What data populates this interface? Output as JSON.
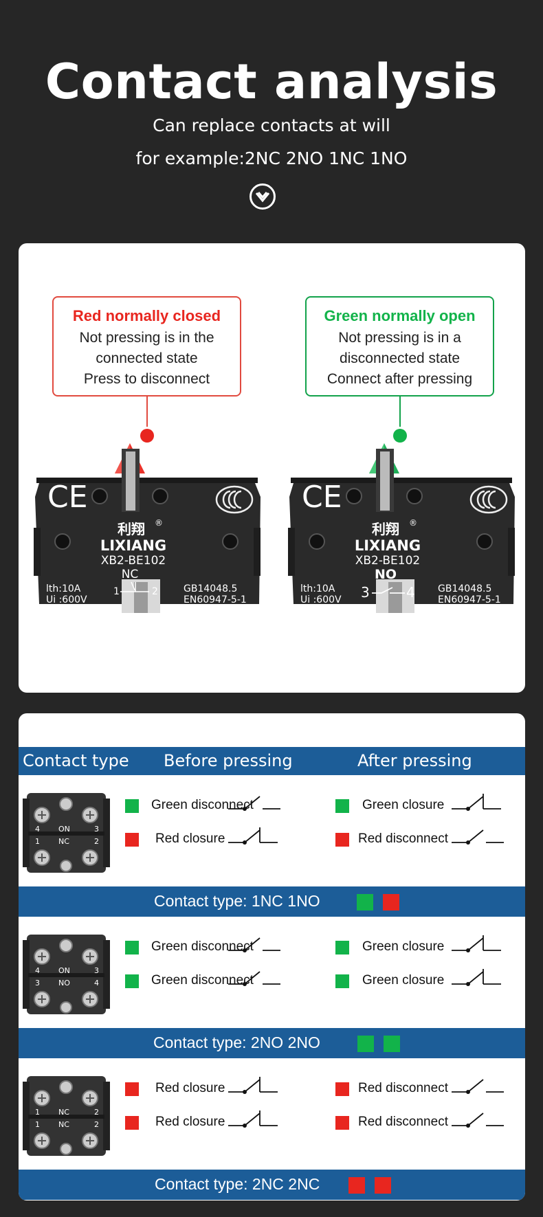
{
  "header": {
    "title": "Contact analysis",
    "subtitle_line1": "Can replace contacts at will",
    "subtitle_line2": "for example:2NC 2NO  1NC 1NO",
    "arrow_icon": "chevron-down-circle-icon"
  },
  "colors": {
    "red": "#e8261f",
    "green": "#12b34a",
    "blue": "#1c5d98",
    "background": "#262626"
  },
  "callouts": {
    "red": {
      "title": "Red normally closed",
      "line1": "Not pressing is in the",
      "line2": "connected state",
      "line3": "Press to disconnect"
    },
    "green": {
      "title": "Green normally open",
      "line1": "Not pressing is in a",
      "line2": "disconnected state",
      "line3": "Connect after pressing"
    }
  },
  "modules": {
    "nc": {
      "brand_cn": "利翔",
      "registered": "®",
      "brand": "LIXIANG",
      "model": "XB2-BE102",
      "type": "NC",
      "term_left": "1",
      "term_right": "2",
      "ce": "CE",
      "ccc": "CCC",
      "rating1": "lth:10A",
      "rating2": "Ui :600V",
      "std1": "GB14048.5",
      "std2": "EN60947-5-1"
    },
    "no": {
      "brand_cn": "利翔",
      "registered": "®",
      "brand": "LIXIANG",
      "model": "XB2-BE102",
      "type": "NO",
      "term_left": "3",
      "term_right": "4",
      "ce": "CE",
      "ccc": "CCC",
      "rating1": "lth:10A",
      "rating2": "Ui :600V",
      "std1": "GB14048.5",
      "std2": "EN60947-5-1"
    }
  },
  "table": {
    "col_type": "Contact type",
    "col_before": "Before pressing",
    "col_after": "After pressing",
    "rows": [
      {
        "pic": {
          "top_left": "4",
          "top_mid": "ON",
          "top_right": "3",
          "bot_left": "1",
          "bot_mid": "NC",
          "bot_right": "2"
        },
        "before": [
          {
            "color": "green",
            "label": "Green disconnect",
            "symbol": "open"
          },
          {
            "color": "red",
            "label": "Red closure",
            "symbol": "closed"
          }
        ],
        "after": [
          {
            "color": "green",
            "label": "Green closure",
            "symbol": "closed"
          },
          {
            "color": "red",
            "label": "Red disconnect",
            "symbol": "open"
          }
        ],
        "band_label": "Contact type: 1NC  1NO",
        "band_swatches": [
          "green",
          "red"
        ]
      },
      {
        "pic": {
          "top_left": "4",
          "top_mid": "ON",
          "top_right": "3",
          "bot_left": "3",
          "bot_mid": "NO",
          "bot_right": "4"
        },
        "before": [
          {
            "color": "green",
            "label": "Green disconnect",
            "symbol": "open"
          },
          {
            "color": "green",
            "label": "Green disconnect",
            "symbol": "open"
          }
        ],
        "after": [
          {
            "color": "green",
            "label": "Green closure",
            "symbol": "closed"
          },
          {
            "color": "green",
            "label": "Green closure",
            "symbol": "closed"
          }
        ],
        "band_label": "Contact type: 2NO  2NO",
        "band_swatches": [
          "green",
          "green"
        ]
      },
      {
        "pic": {
          "top_left": "1",
          "top_mid": "NC",
          "top_right": "2",
          "bot_left": "1",
          "bot_mid": "NC",
          "bot_right": "2"
        },
        "before": [
          {
            "color": "red",
            "label": "Red closure",
            "symbol": "closed"
          },
          {
            "color": "red",
            "label": "Red closure",
            "symbol": "closed"
          }
        ],
        "after": [
          {
            "color": "red",
            "label": "Red disconnect",
            "symbol": "open"
          },
          {
            "color": "red",
            "label": "Red disconnect",
            "symbol": "open"
          }
        ],
        "band_label": "Contact type: 2NC  2NC",
        "band_swatches": [
          "red",
          "red"
        ]
      }
    ]
  }
}
